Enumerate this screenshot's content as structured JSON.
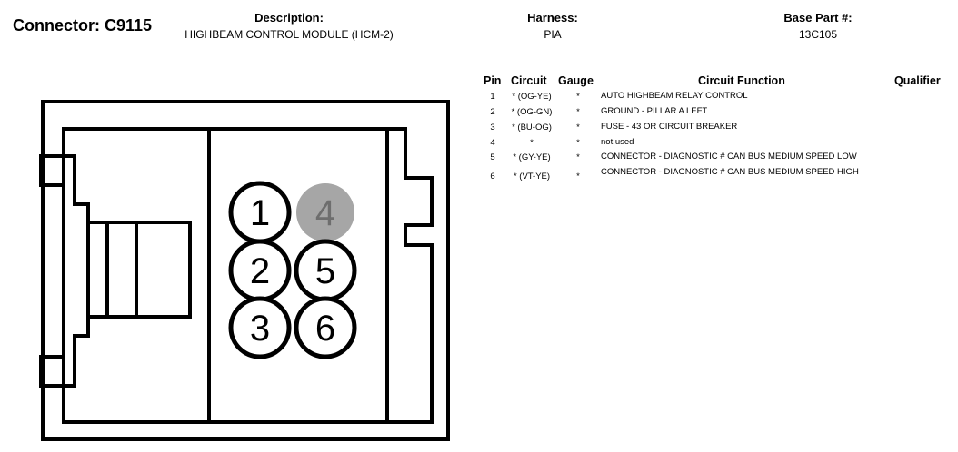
{
  "header": {
    "connector": "Connector: C9115",
    "description_label": "Description:",
    "description": "HIGHBEAM CONTROL MODULE (HCM-2)",
    "harness_label": "Harness:",
    "harness": "PIA",
    "base_part_label": "Base Part #:",
    "base_part": "13C105"
  },
  "connector_pins": [
    "1",
    "2",
    "3",
    "4",
    "5",
    "6"
  ],
  "table": {
    "headers": {
      "pin": "Pin",
      "circuit": "Circuit",
      "gauge": "Gauge",
      "function": "Circuit Function",
      "qualifier": "Qualifier"
    },
    "rows": [
      {
        "pin": "1",
        "circuit": "* (OG-YE)",
        "gauge": "*",
        "function": "AUTO HIGHBEAM RELAY CONTROL"
      },
      {
        "pin": "2",
        "circuit": "* (OG-GN)",
        "gauge": "*",
        "function": "GROUND - PILLAR A LEFT"
      },
      {
        "pin": "3",
        "circuit": "* (BU-OG)",
        "gauge": "*",
        "function": "FUSE - 43 OR CIRCUIT BREAKER"
      },
      {
        "pin": "4",
        "circuit": "*",
        "gauge": "*",
        "function": "not used"
      },
      {
        "pin": "5",
        "circuit": "* (GY-YE)",
        "gauge": "*",
        "function": "CONNECTOR - DIAGNOSTIC # CAN BUS MEDIUM SPEED LOW"
      },
      {
        "pin": "6",
        "circuit": "* (VT-YE)",
        "gauge": "*",
        "function": "CONNECTOR - DIAGNOSTIC # CAN BUS MEDIUM SPEED HIGH"
      }
    ]
  },
  "colors": {
    "unused_pin_fill": "#a6a6a6",
    "unused_pin_text": "#6e6e6e"
  }
}
